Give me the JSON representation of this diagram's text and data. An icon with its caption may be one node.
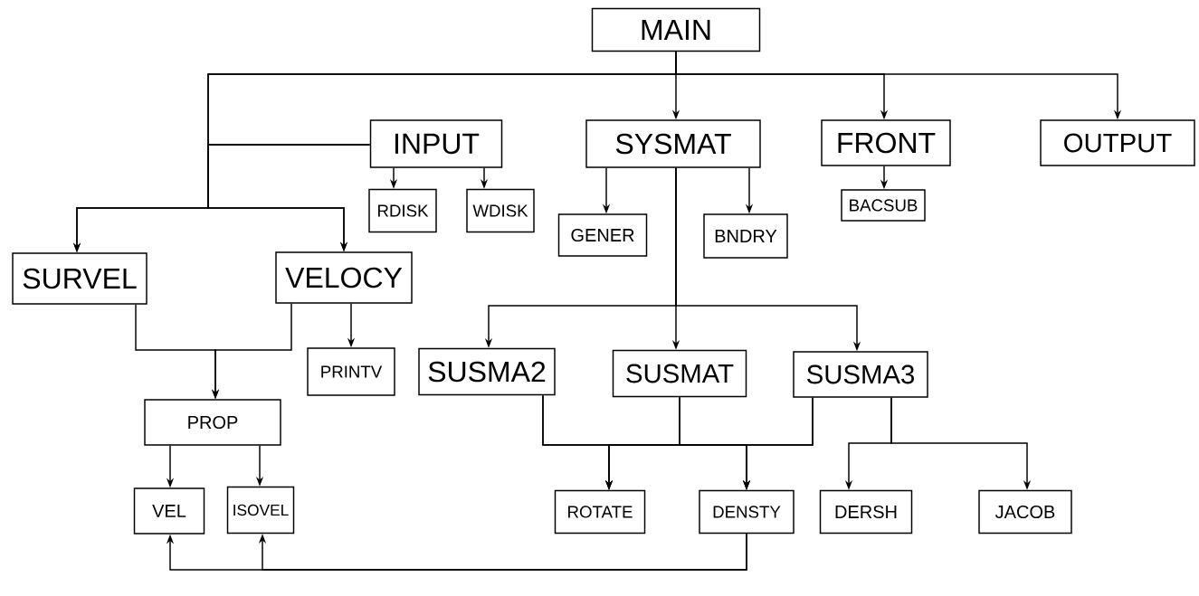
{
  "diagram": {
    "nodes": [
      {
        "text": [
          "MAIN"
        ]
      },
      {
        "text": [
          "INPUT"
        ]
      },
      {
        "text": [
          "SYSMAT"
        ]
      },
      {
        "text": [
          "FRONT"
        ]
      },
      {
        "text": [
          "OUTPUT"
        ]
      },
      {
        "text": [
          "RDISK"
        ]
      },
      {
        "text": [
          "WDISK"
        ]
      },
      {
        "text": [
          "GENER"
        ]
      },
      {
        "text": [
          "BNDRY"
        ]
      },
      {
        "text": [
          "BACSUB"
        ]
      },
      {
        "text": [
          "SURVEL"
        ]
      },
      {
        "text": [
          "VELOCY"
        ]
      },
      {
        "text": [
          "PRINTV"
        ]
      },
      {
        "text": [
          "SUSMA2"
        ]
      },
      {
        "text": [
          "SUSMAT"
        ]
      },
      {
        "text": [
          "SUSMA3"
        ]
      },
      {
        "text": [
          "PROP"
        ]
      },
      {
        "text": [
          "ROTATE"
        ]
      },
      {
        "text": [
          "DENSTY"
        ]
      },
      {
        "text": [
          "DERSH"
        ]
      },
      {
        "text": [
          "JACOB"
        ]
      },
      {
        "text": [
          "VEL"
        ]
      },
      {
        "text": [
          "ISOVEL"
        ]
      }
    ],
    "edges": [
      {
        "from": 0,
        "to": 10,
        "arrow": "to"
      },
      {
        "from": 0,
        "to": 11,
        "arrow": "to"
      },
      {
        "from": 0,
        "to": 2,
        "arrow": "to"
      },
      {
        "from": 0,
        "to": 3,
        "arrow": "to"
      },
      {
        "from": 0,
        "to": 4,
        "arrow": "to"
      },
      {
        "from": 1,
        "to": 10,
        "arrow": "to"
      },
      {
        "from": 1,
        "to": 11,
        "arrow": "to"
      },
      {
        "from": 1,
        "to": 5,
        "arrow": "to"
      },
      {
        "from": 1,
        "to": 6,
        "arrow": "to"
      },
      {
        "from": 2,
        "to": 7,
        "arrow": "to"
      },
      {
        "from": 2,
        "to": 8,
        "arrow": "to"
      },
      {
        "from": 2,
        "to": 13,
        "arrow": "to"
      },
      {
        "from": 2,
        "to": 14,
        "arrow": "to"
      },
      {
        "from": 2,
        "to": 15,
        "arrow": "to"
      },
      {
        "from": 3,
        "to": 9,
        "arrow": "to"
      },
      {
        "from": 11,
        "to": 12,
        "arrow": "to"
      },
      {
        "from": 10,
        "to": 16,
        "arrow": "to"
      },
      {
        "from": 11,
        "to": 16,
        "arrow": "to"
      },
      {
        "from": 16,
        "to": 21,
        "arrow": "to"
      },
      {
        "from": 16,
        "to": 22,
        "arrow": "to"
      },
      {
        "from": 13,
        "to": 17,
        "arrow": "to"
      },
      {
        "from": 13,
        "to": 18,
        "arrow": "to"
      },
      {
        "from": 14,
        "to": 17,
        "arrow": "to"
      },
      {
        "from": 14,
        "to": 18,
        "arrow": "to"
      },
      {
        "from": 15,
        "to": 17,
        "arrow": "to"
      },
      {
        "from": 15,
        "to": 18,
        "arrow": "to"
      },
      {
        "from": 15,
        "to": 19,
        "arrow": "to"
      },
      {
        "from": 15,
        "to": 20,
        "arrow": "to"
      },
      {
        "from": 18,
        "to": 21,
        "arrow": "to"
      },
      {
        "from": 18,
        "to": 22,
        "arrow": "to"
      }
    ]
  }
}
